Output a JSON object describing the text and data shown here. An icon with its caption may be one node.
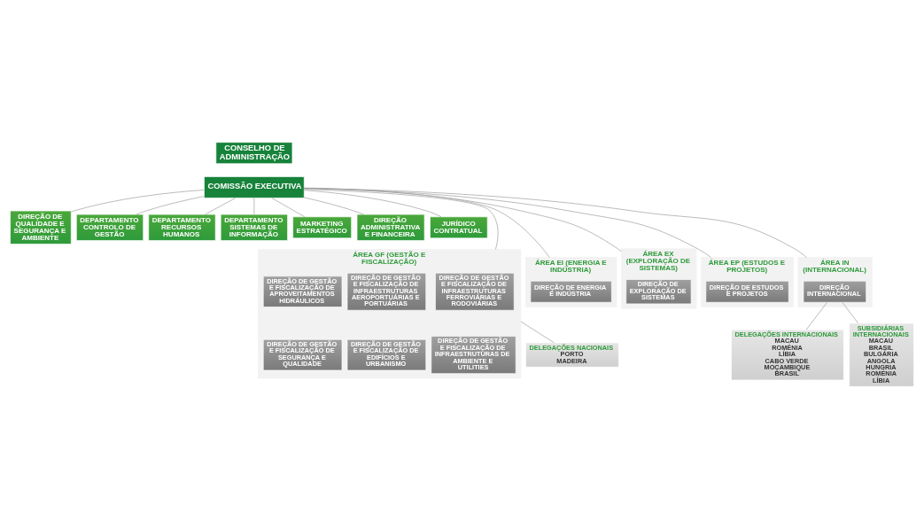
{
  "diagram": {
    "nodes": [
      {
        "text": [
          "CONSELHO DE ADMINISTRAÇÃO"
        ]
      },
      {
        "text": [
          "COMISSÃO EXECUTIVA"
        ]
      },
      {
        "text": [
          "DIREÇÃO DE QUALIDADE E SEGURANÇA E AMBIENTE"
        ]
      },
      {
        "text": [
          "DEPARTAMENTO CONTROLO DE GESTÃO"
        ]
      },
      {
        "text": [
          "DEPARTAMENTO RECURSOS HUMANOS"
        ]
      },
      {
        "text": [
          "DEPARTAMENTO SISTEMAS DE INFORMAÇÃO"
        ]
      },
      {
        "text": [
          "MARKETING ESTRATÉGICO"
        ]
      },
      {
        "text": [
          "DIREÇÃO ADMINISTRATIVA E FINANCEIRA"
        ]
      },
      {
        "text": [
          "JURÍDICO CONTRATUAL"
        ]
      },
      {
        "text": [
          "ÁREA GF (GESTÃO E FISCALIZAÇÃO)"
        ]
      },
      {
        "text": [
          "DIREÇÃO DE GESTÃO E FISCALIZAÇÃO DE INFRAESTRUTURAS FERROVIÁRIAS E RODOVIÁRIAS"
        ],
        "in": 9
      },
      {
        "text": [
          "DIREÇÃO DE GESTÃO E FISCALIZAÇÃO DE INFRAESTRUTURAS AEROPORTUÁRIAS E PORTUÁRIAS"
        ],
        "in": 9
      },
      {
        "text": [
          "DIREÇÃO DE GESTÃO E FISCALIZAÇÃO DE APROVEITAMENTOS HIDRÁULICOS"
        ],
        "in": 9
      },
      {
        "text": [
          "DIREÇÃO DE GESTÃO E FISCALIZAÇÃO DE INFRAESTRUTURAS DE AMBIENTE E UTILITIES"
        ],
        "in": 9
      },
      {
        "text": [
          "DIREÇÃO DE GESTÃO E FISCALIZAÇÃO DE EDIFÍCIOS E URBANISMO"
        ],
        "in": 9
      },
      {
        "text": [
          "DIREÇÃO DE GESTÃO E FISCALIZAÇÃO DE SEGURANÇA E QUALIDADE"
        ],
        "in": 9
      },
      {
        "text": [
          "ÁREA EI (ENERGIA E INDÚSTRIA)"
        ]
      },
      {
        "text": [
          "DIREÇÃO DE ENERGIA E INDÚSTRIA"
        ],
        "in": 16
      },
      {
        "text": [
          "ÁREA EX (EXPLORAÇÃO DE SISTEMAS)"
        ]
      },
      {
        "text": [
          "DIREÇÃO DE EXPLORAÇÃO DE SISTEMAS"
        ],
        "in": 18
      },
      {
        "text": [
          "ÁREA EP (ESTUDOS E PROJETOS)"
        ]
      },
      {
        "text": [
          "DIREÇÃO DE ESTUDOS E PROJETOS"
        ],
        "in": 20
      },
      {
        "text": [
          "ÁREA IN (INTERNACIONAL)"
        ]
      },
      {
        "text": [
          "DIREÇÃO INTERNACIONAL"
        ],
        "in": 22
      },
      {
        "text": [
          "DELEGAÇÕES NACIONAIS",
          "PORTO",
          "MADEIRA"
        ]
      },
      {
        "text": [
          "DELEGAÇÕES INTERNACIONAIS",
          "MACAU",
          "ROMÉNIA",
          "LÍBIA",
          "CABO VERDE",
          "MOÇAMBIQUE",
          "BRASIL"
        ]
      },
      {
        "text": [
          "SUBSIDIÁRIAS INTERNACIONAIS",
          "MACAU",
          "BRASIL",
          "BULGÁRIA",
          "ANGOLA",
          "HUNGRIA",
          "ROMÉNIA",
          "LÍBIA"
        ]
      }
    ],
    "edges": [
      {
        "from": 1,
        "to": 2,
        "arrow": "none"
      },
      {
        "from": 1,
        "to": 3,
        "arrow": "none"
      },
      {
        "from": 1,
        "to": 4,
        "arrow": "none"
      },
      {
        "from": 1,
        "to": 5,
        "arrow": "none"
      },
      {
        "from": 1,
        "to": 6,
        "arrow": "none"
      },
      {
        "from": 1,
        "to": 7,
        "arrow": "none"
      },
      {
        "from": 1,
        "to": 8,
        "arrow": "none"
      },
      {
        "from": 1,
        "to": 9,
        "arrow": "none"
      },
      {
        "from": 1,
        "to": 16,
        "arrow": "none"
      },
      {
        "from": 1,
        "to": 18,
        "arrow": "none"
      },
      {
        "from": 1,
        "to": 20,
        "arrow": "none"
      },
      {
        "from": 1,
        "to": 22,
        "arrow": "none"
      },
      {
        "from": 9,
        "to": 24,
        "arrow": "none"
      },
      {
        "from": 23,
        "to": 25,
        "arrow": "none"
      },
      {
        "from": 23,
        "to": 26,
        "arrow": "none"
      }
    ]
  }
}
